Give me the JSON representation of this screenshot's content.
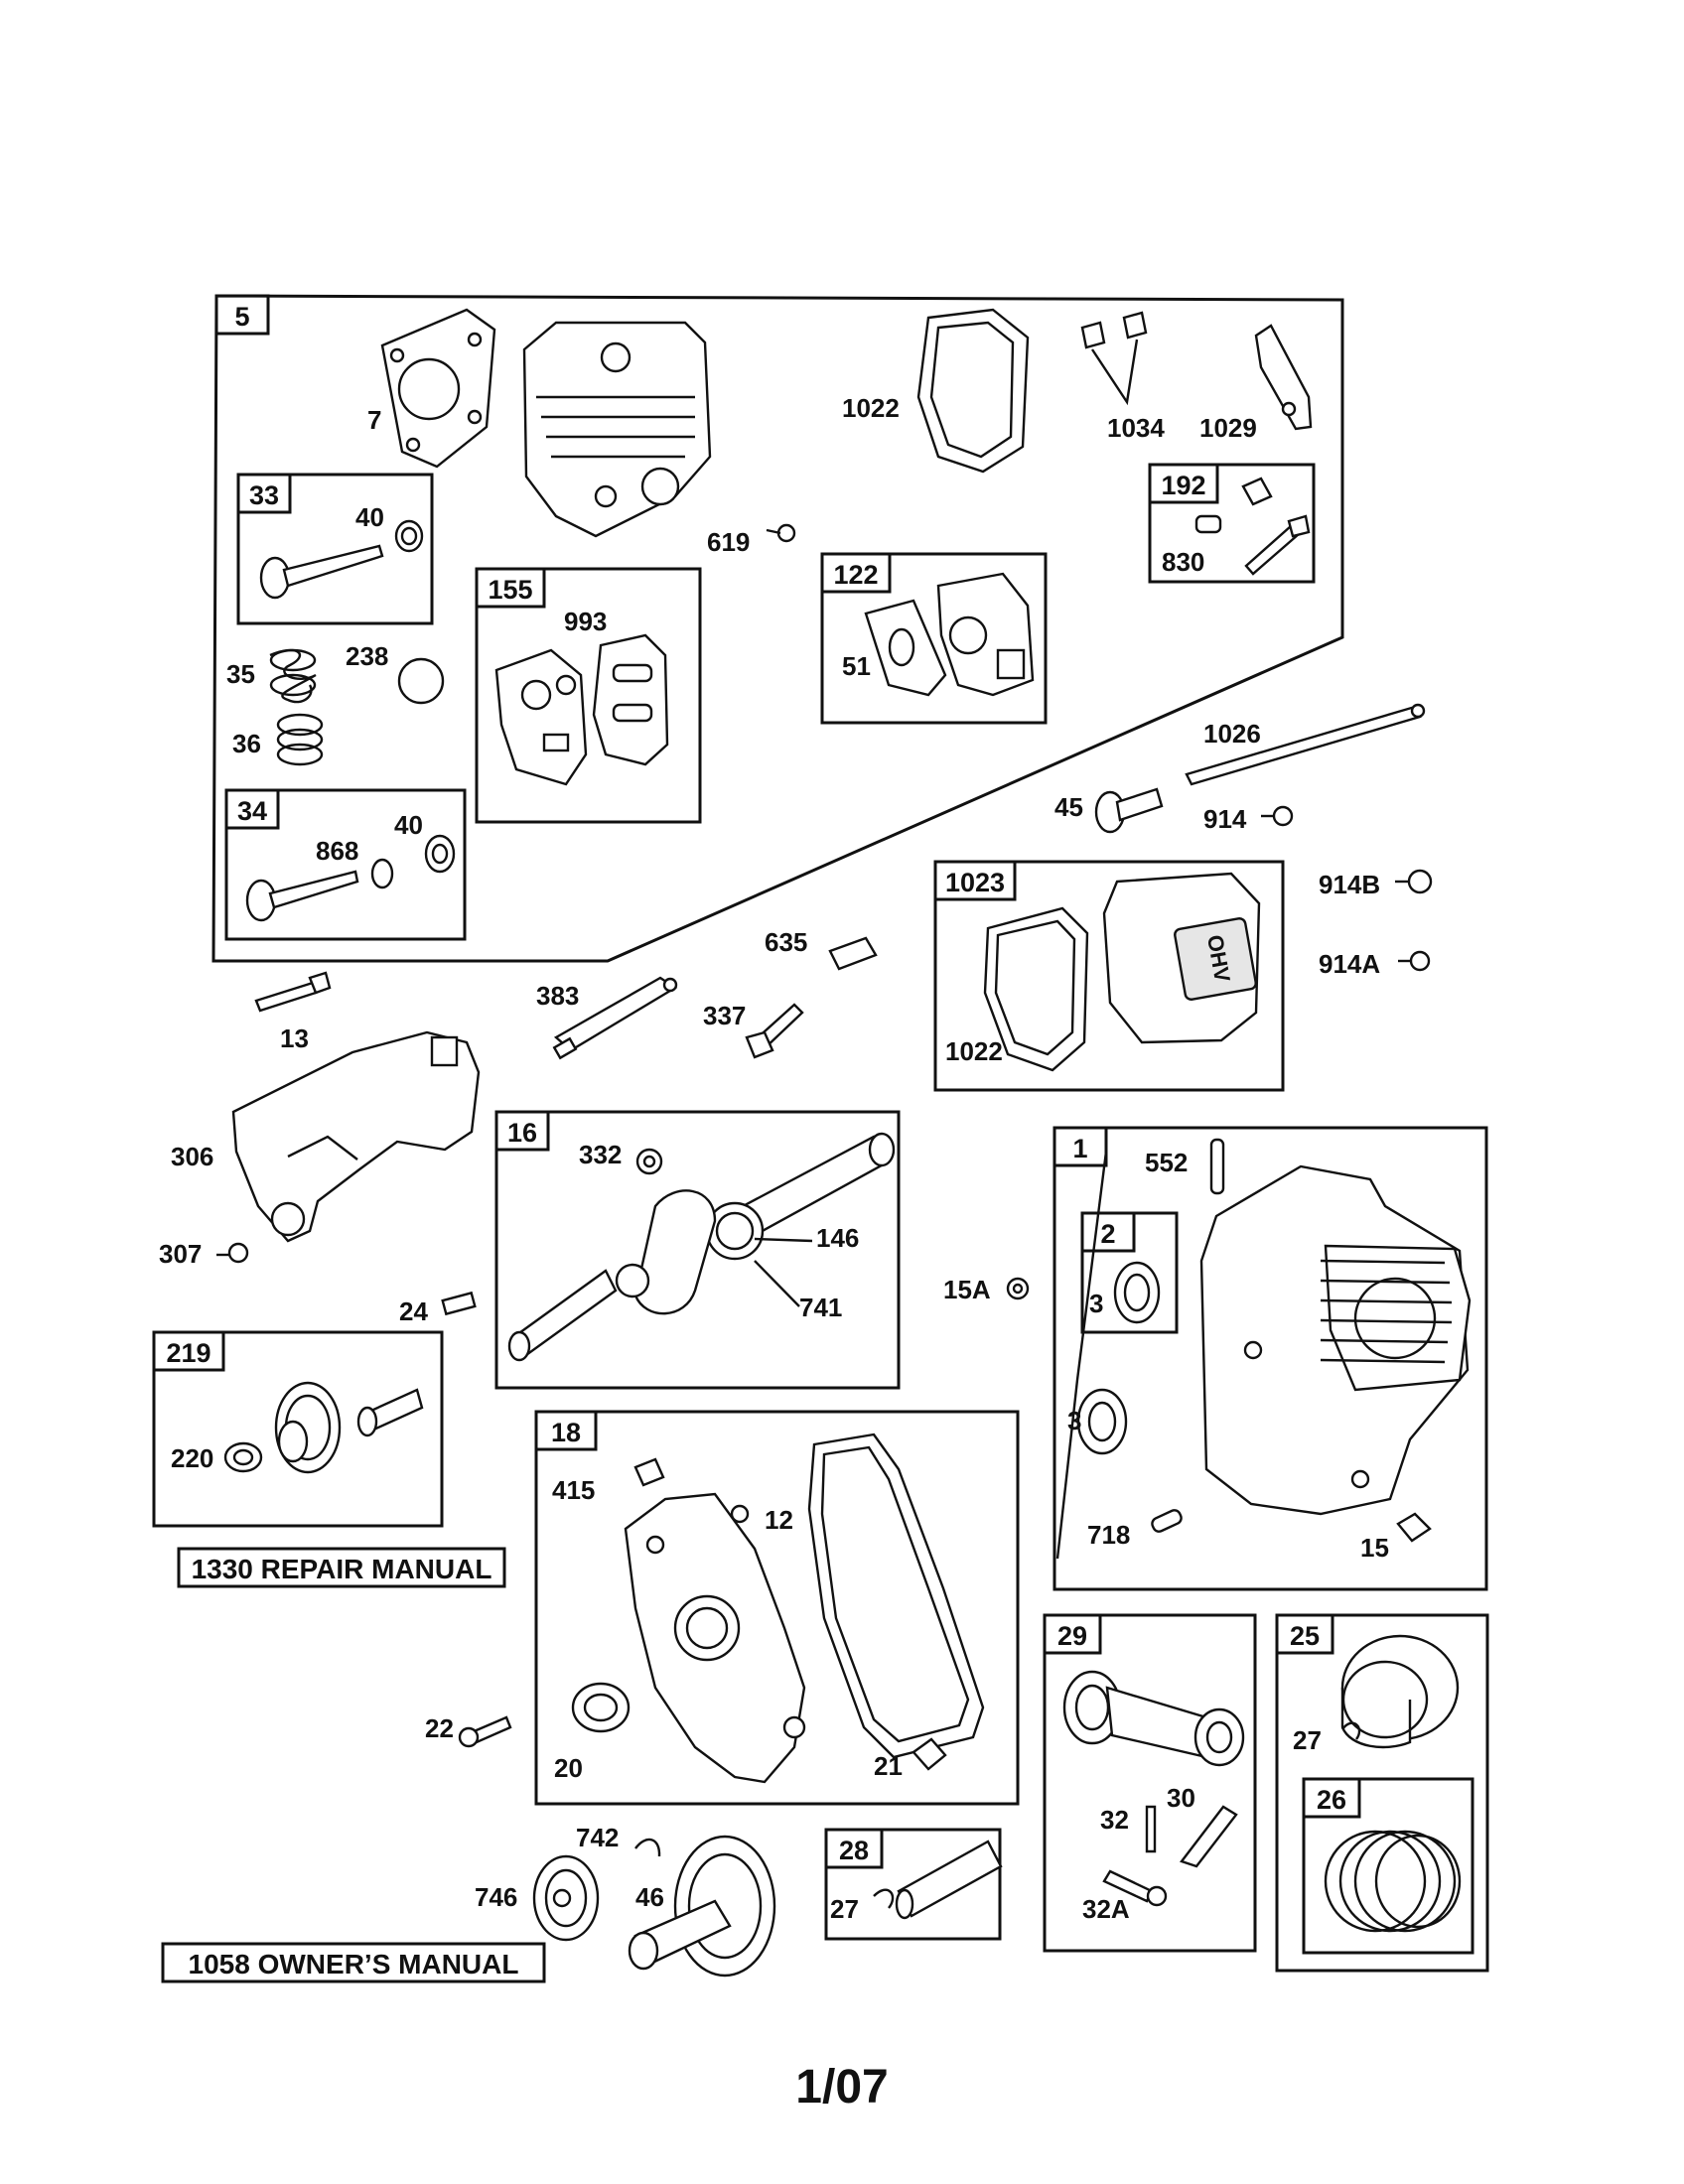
{
  "kits": {
    "k5": "5",
    "k33": "33",
    "k34": "34",
    "k155": "155",
    "k122": "122",
    "k192": "192",
    "k1023": "1023",
    "k16": "16",
    "k1": "1",
    "k2": "2",
    "k219": "219",
    "k18": "18",
    "k28": "28",
    "k29": "29",
    "k25": "25",
    "k26": "26"
  },
  "labels": {
    "p7": "7",
    "p1022a": "1022",
    "p1034": "1034",
    "p1029": "1029",
    "p40a": "40",
    "p619": "619",
    "p830": "830",
    "p993": "993",
    "p35": "35",
    "p238": "238",
    "p36": "36",
    "p51": "51",
    "p1026": "1026",
    "p868": "868",
    "p40b": "40",
    "p45": "45",
    "p914": "914",
    "p914B": "914B",
    "p914A": "914A",
    "p635": "635",
    "p13": "13",
    "p383": "383",
    "p337": "337",
    "p1022b": "1022",
    "p306": "306",
    "p332": "332",
    "p146": "146",
    "p741": "741",
    "p552": "552",
    "p307": "307",
    "p24": "24",
    "p15A": "15A",
    "p3a": "3",
    "p3b": "3",
    "p220": "220",
    "p415": "415",
    "p12": "12",
    "p718": "718",
    "p15": "15",
    "p22": "22",
    "p20": "20",
    "p21": "21",
    "p27a": "27",
    "p742": "742",
    "p746": "746",
    "p46": "46",
    "p27b": "27",
    "p32": "32",
    "p30": "30",
    "p32A": "32A"
  },
  "manuals": {
    "repair": "1330 REPAIR MANUAL",
    "owner": "1058 OWNER’S MANUAL"
  },
  "footer": "1/07"
}
